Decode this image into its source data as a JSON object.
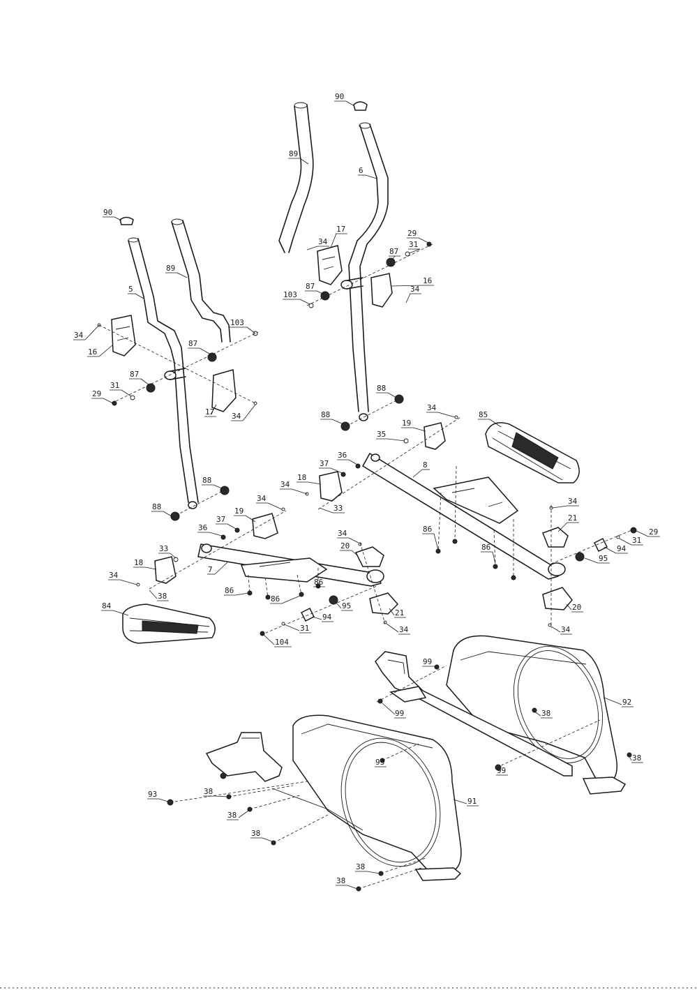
{
  "labels": {
    "l90a": "90",
    "l89a": "89",
    "l6": "6",
    "l34a": "34",
    "l17a": "17",
    "l29a": "29",
    "l31a": "31",
    "l87a": "87",
    "l16a": "16",
    "l34b": "34",
    "l87b": "87",
    "l103a": "103",
    "l90b": "90",
    "l89b": "89",
    "l5": "5",
    "l34c": "34",
    "l16b": "16",
    "l103b": "103",
    "l87c": "87",
    "l87d": "87",
    "l31b": "31",
    "l29b": "29",
    "l17b": "17",
    "l34d": "34",
    "l88a": "88",
    "l88b": "88",
    "l34e": "34",
    "l19a": "19",
    "l85": "85",
    "l35a": "35",
    "l36a": "36",
    "l8": "8",
    "l37a": "37",
    "l18a": "18",
    "l34f": "34",
    "l33a": "33",
    "l86a": "86",
    "l34g": "34",
    "l21a": "21",
    "l29c": "29",
    "l31c": "31",
    "l94a": "94",
    "l95a": "95",
    "l86b": "86",
    "l88c": "88",
    "l88d": "88",
    "l34h": "34",
    "l19b": "19",
    "l37b": "37",
    "l36b": "36",
    "l33b": "33",
    "l18b": "18",
    "l34i": "34",
    "l7": "7",
    "l38a": "38",
    "l34j": "34",
    "l20a": "20",
    "l86c": "86",
    "l86d": "86",
    "l86e": "86",
    "l95b": "95",
    "l21b": "21",
    "l20b": "20",
    "l34k": "34",
    "l94b": "94",
    "l31d": "31",
    "l104": "104",
    "l34l": "34",
    "l84": "84",
    "l99a": "99",
    "l92": "92",
    "l99b": "99",
    "l38b": "38",
    "l38c": "38",
    "l99c": "99",
    "l93a": "93",
    "l93b": "93",
    "l38d": "38",
    "l91": "91",
    "l38e": "38",
    "l38f": "38",
    "l38g": "38",
    "l38h": "38"
  }
}
